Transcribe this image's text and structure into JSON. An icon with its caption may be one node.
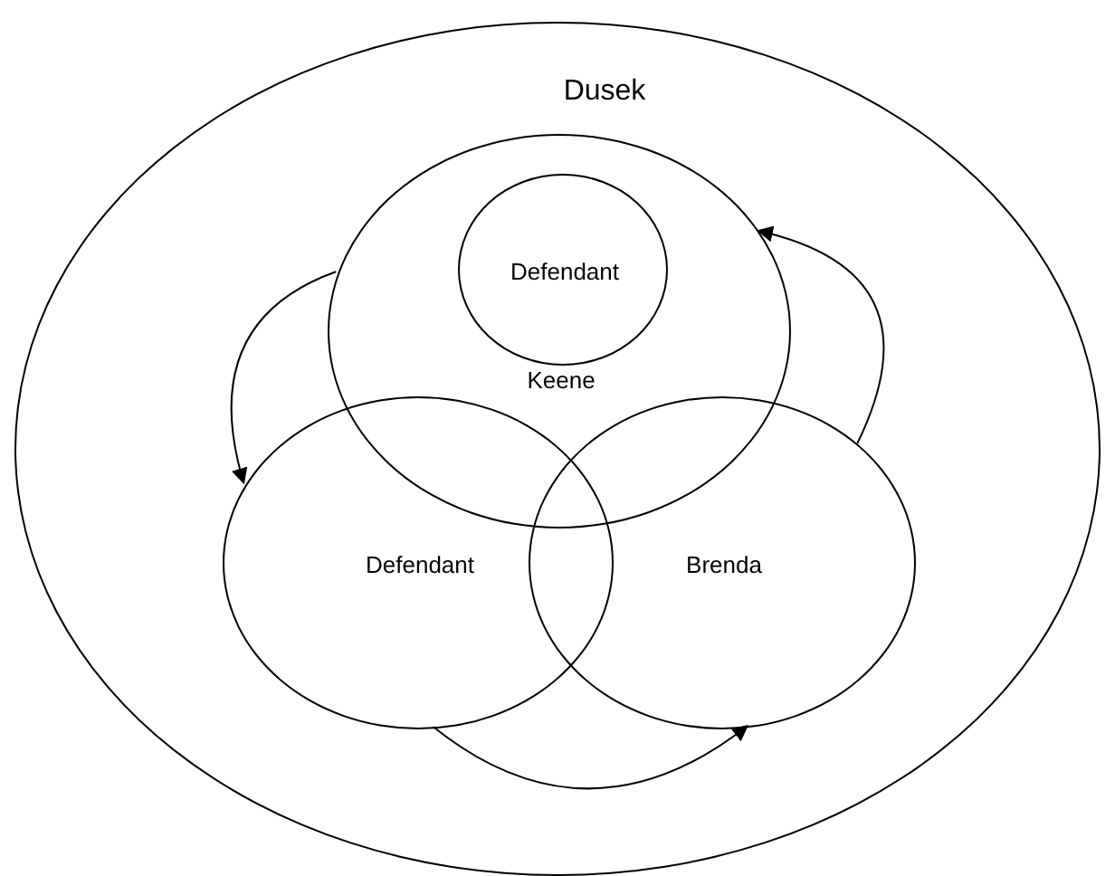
{
  "diagram": {
    "nodes": [
      {
        "text": [
          "Dusek"
        ]
      },
      {
        "text": [
          "Keene"
        ],
        "in": 0
      },
      {
        "text": [
          "Defendant"
        ],
        "in": 1
      },
      {
        "text": [
          "Defendant"
        ],
        "in": 0
      },
      {
        "text": [
          "Brenda"
        ],
        "in": 0
      }
    ],
    "edges": [
      {
        "from": 1,
        "to": 3,
        "arrow": "to"
      },
      {
        "from": 3,
        "to": 4,
        "arrow": "to"
      },
      {
        "from": 4,
        "to": 1,
        "arrow": "to"
      }
    ]
  }
}
